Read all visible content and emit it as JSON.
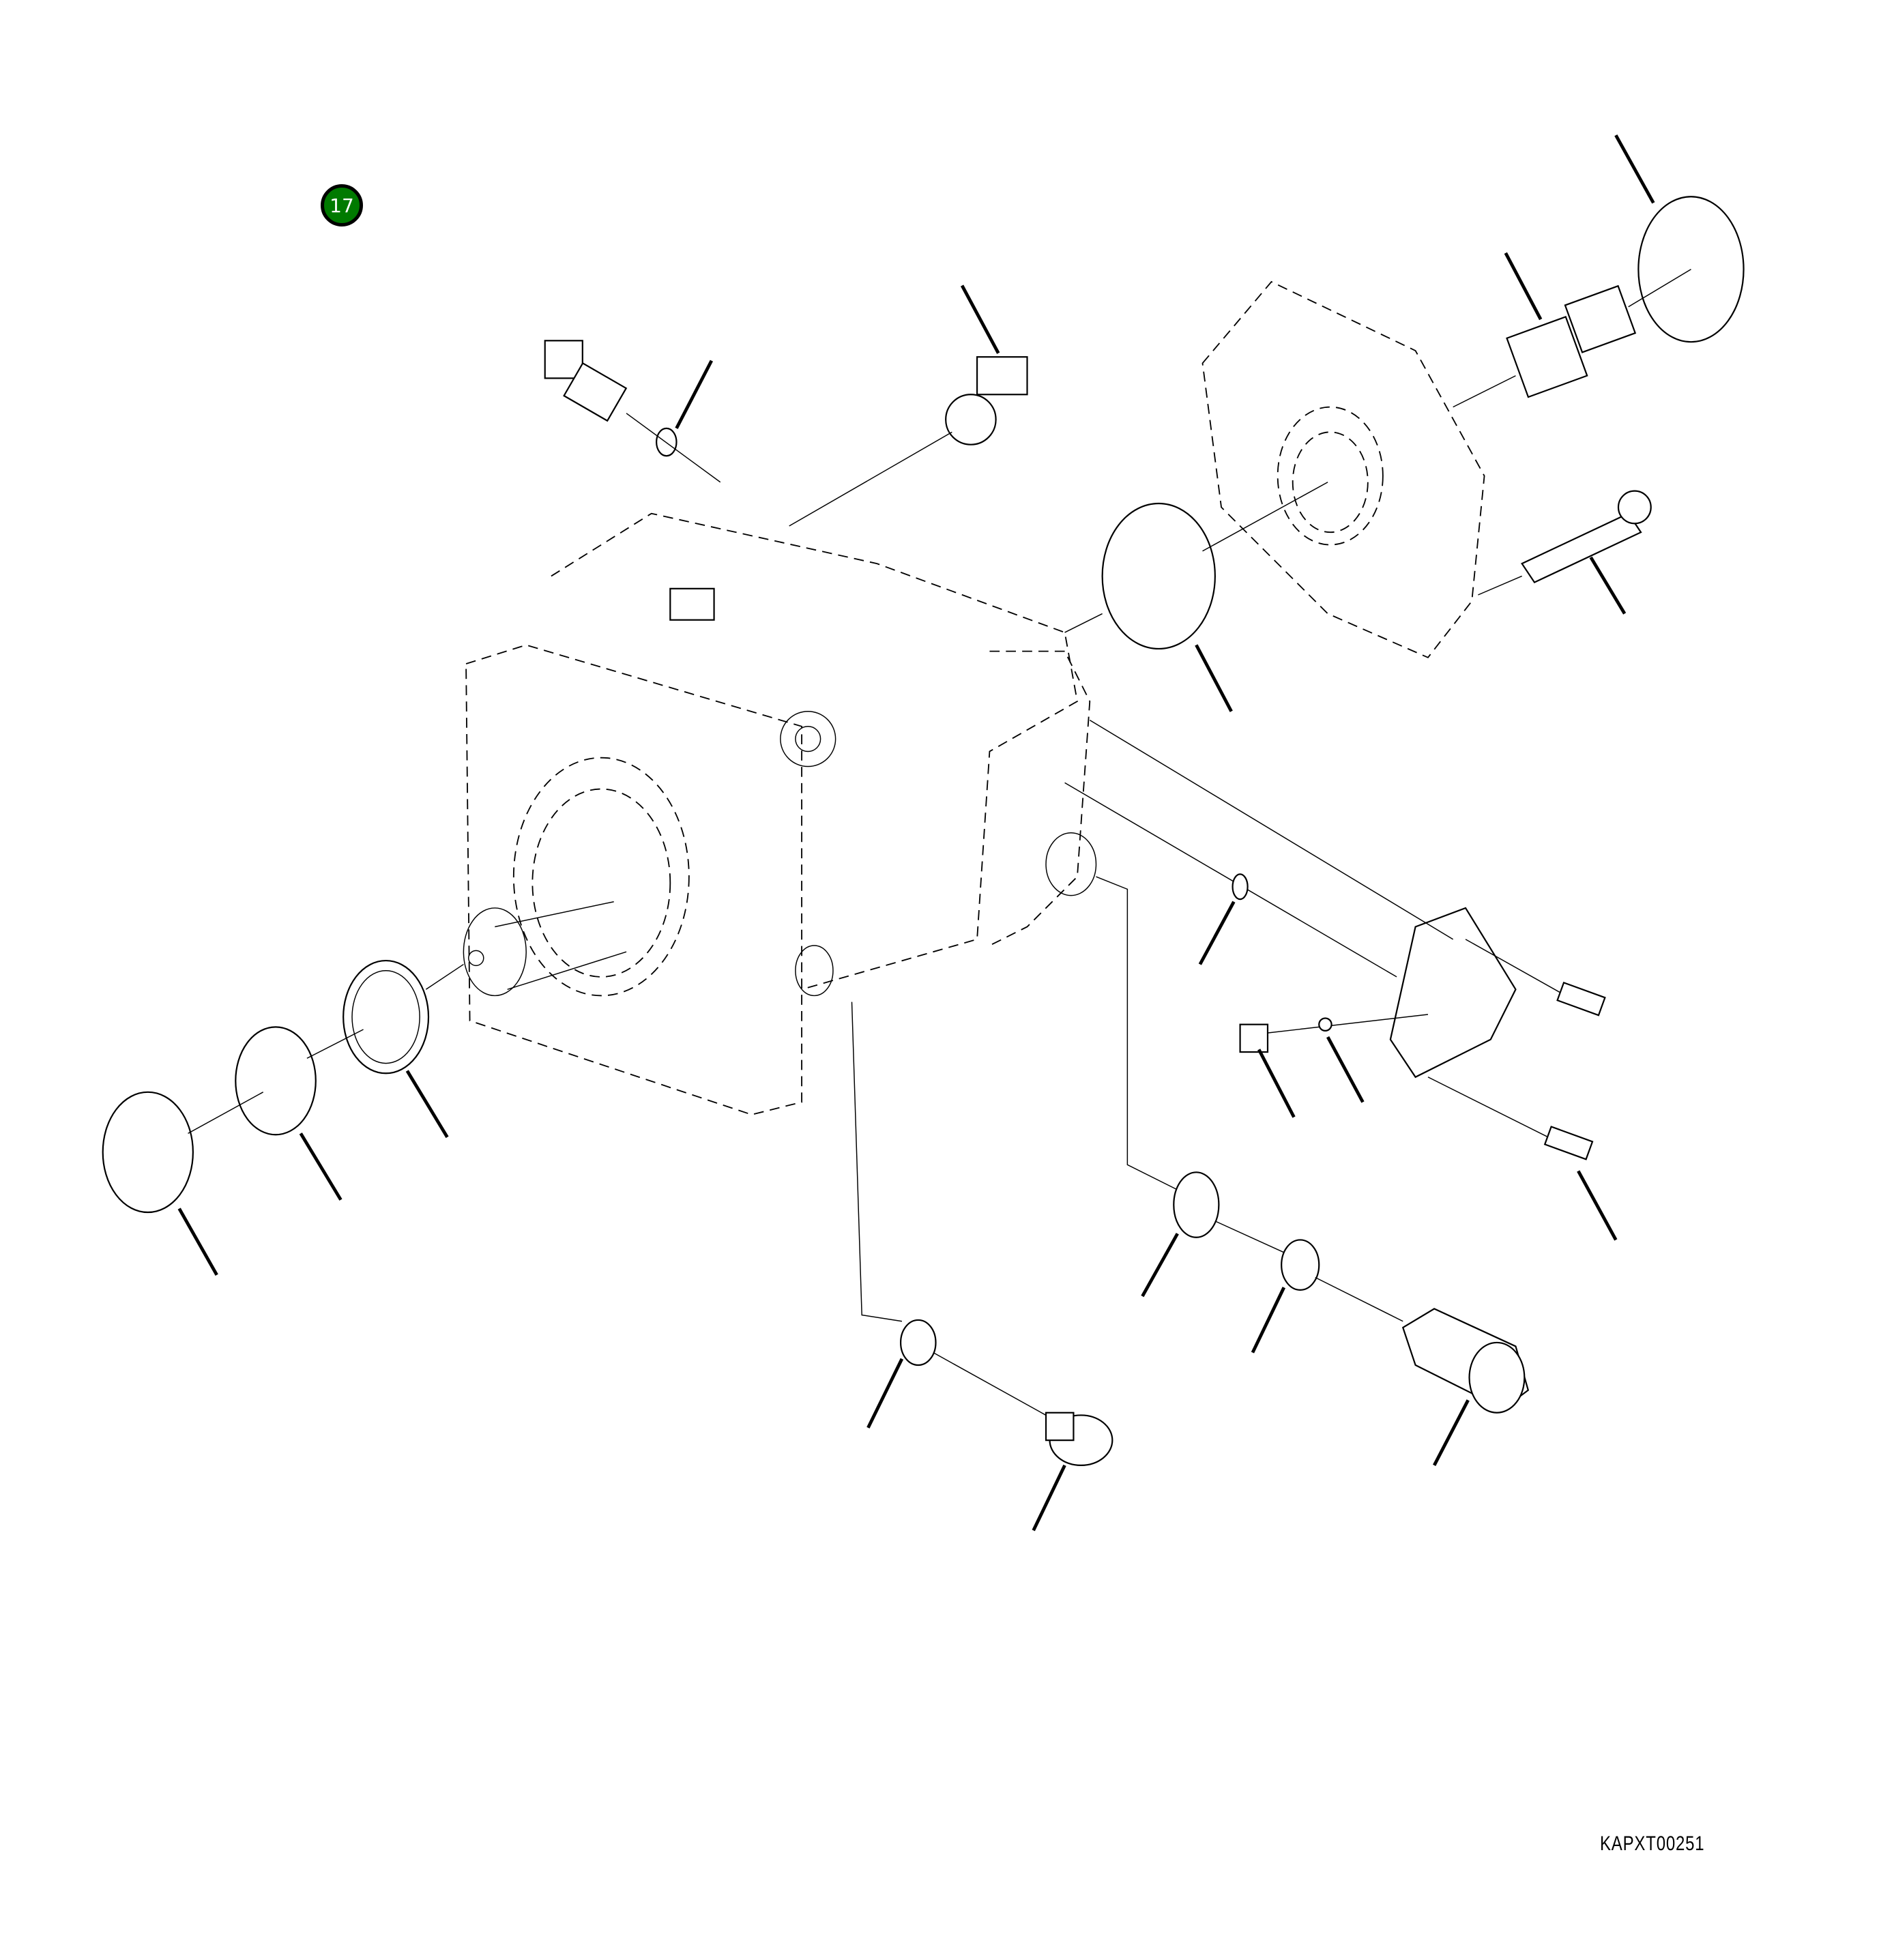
{
  "figure": {
    "callout_badge": {
      "label": "17",
      "color": "#007a00"
    },
    "drawing_code": "KAPXT00251",
    "leader_line_count": 18
  }
}
